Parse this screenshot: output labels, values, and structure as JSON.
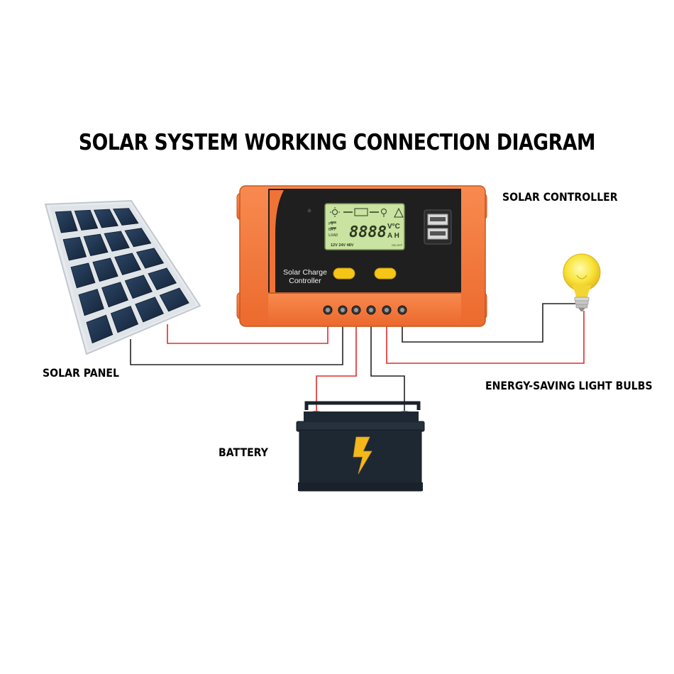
{
  "title": "SOLAR SYSTEM WORKING CONNECTION DIAGRAM",
  "labels": {
    "controller": "SOLAR CONTROLLER",
    "panel": "SOLAR PANEL",
    "battery": "BATTERY",
    "bulbs": "ENERGY-SAVING LIGHT BULBS"
  },
  "controller": {
    "caption_line1": "Solar Charge",
    "caption_line2": "Controller",
    "lcd": {
      "digits": "8888",
      "unit_top": "V°C",
      "unit_bottom": "A H",
      "row_pv": "PV",
      "row_bat": "BAT",
      "row_load": "LOAD",
      "voltages": "12V  24V  48V",
      "onoff": "ON OFF"
    }
  },
  "colors": {
    "controller_orange": "#f47a3e",
    "controller_dark": "#1f1f1f",
    "lcd_green": "#c9e3a0",
    "button_yellow": "#f5c518",
    "panel_cell": "#1f3147",
    "wire_red": "#e02b2b",
    "wire_black": "#222222",
    "battery_body": "#1e2833",
    "bolt_yellow": "#f3b81c",
    "bulb_yellow": "#f6e23a"
  },
  "icons": [
    "solar-panel-icon",
    "charge-controller-icon",
    "battery-icon",
    "lightning-bolt-icon",
    "light-bulb-icon",
    "usb-port-icon"
  ]
}
